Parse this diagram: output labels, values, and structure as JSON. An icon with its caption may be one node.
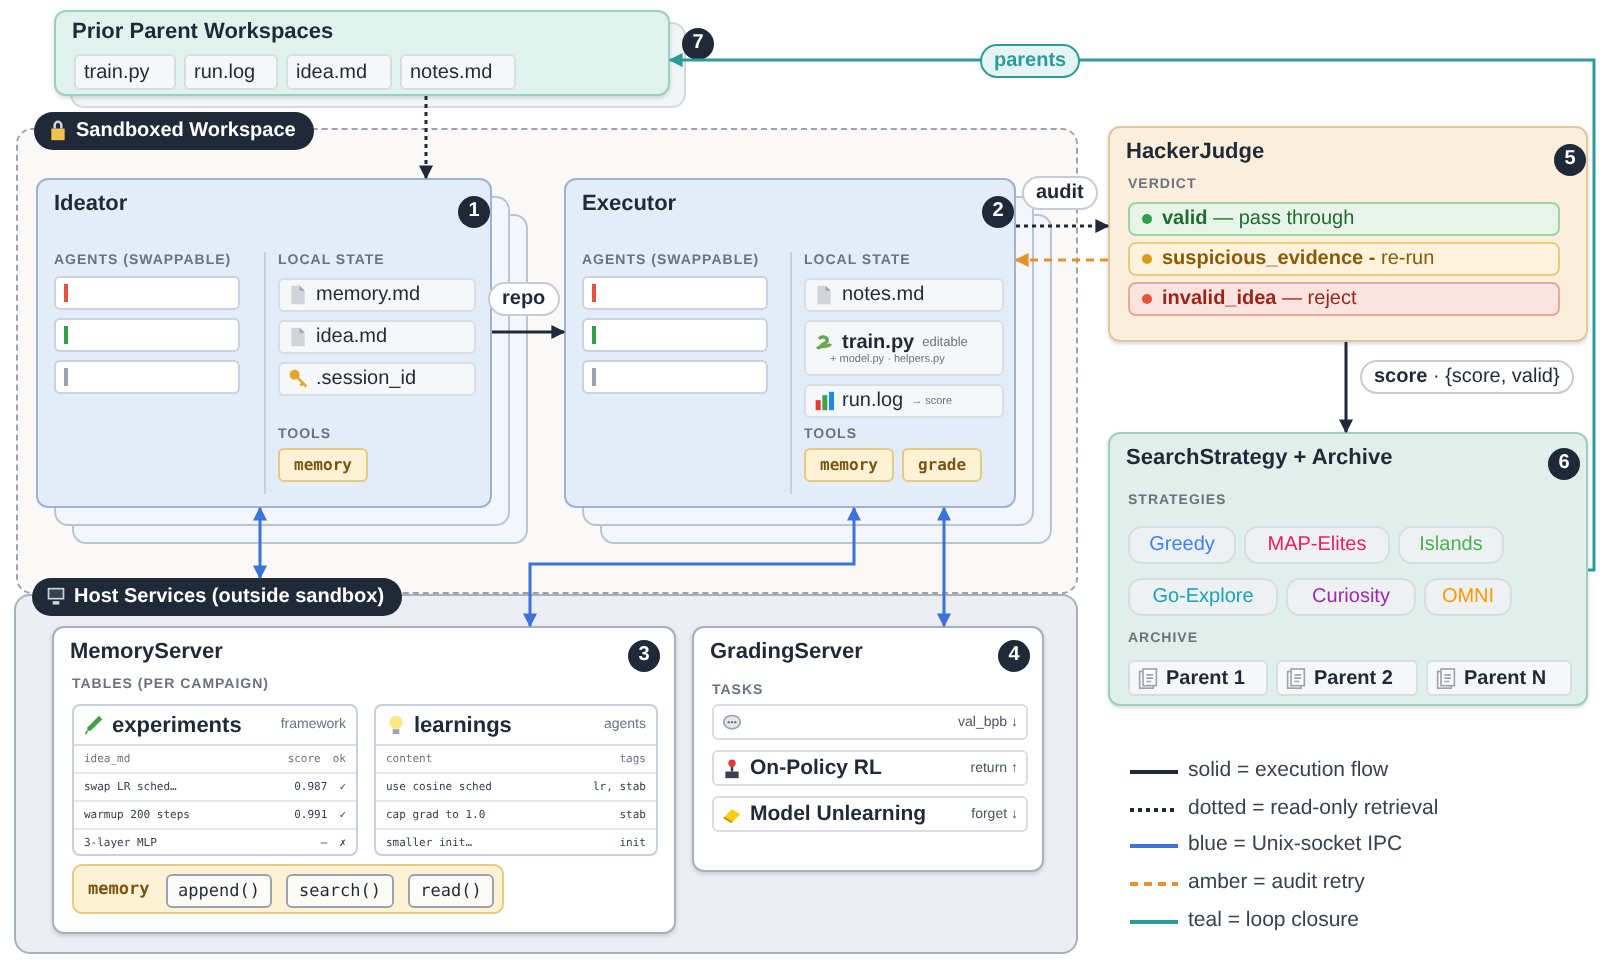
{
  "diagram": {
    "nodes": [
      {
        "text": [
          "Prior Parent Workspaces",
          "7"
        ]
      },
      {
        "text": [
          "train.py"
        ],
        "in": 0
      },
      {
        "text": [
          "run.log"
        ],
        "in": 0
      },
      {
        "text": [
          "idea.md"
        ],
        "in": 0
      },
      {
        "text": [
          "notes.md"
        ],
        "in": 0
      },
      {
        "text": [
          "Sandboxed Workspace"
        ]
      },
      {
        "text": [
          "Ideator",
          "1",
          "AGENTS (SWAPPABLE)",
          "LOCAL STATE",
          "TOOLS"
        ],
        "in": 5
      },
      {
        "text": [],
        "shape": "box",
        "in": 6
      },
      {
        "text": [],
        "shape": "box",
        "in": 6
      },
      {
        "text": [],
        "shape": "box",
        "in": 6
      },
      {
        "text": [
          "memory.md"
        ],
        "in": 6
      },
      {
        "text": [
          "idea.md"
        ],
        "in": 6
      },
      {
        "text": [
          ".session_id"
        ],
        "in": 6
      },
      {
        "text": [
          "memory"
        ],
        "in": 6
      },
      {
        "text": [
          "Executor",
          "2",
          "AGENTS (SWAPPABLE)",
          "LOCAL STATE",
          "TOOLS"
        ],
        "in": 5
      },
      {
        "text": [],
        "shape": "box",
        "in": 14
      },
      {
        "text": [],
        "shape": "box",
        "in": 14
      },
      {
        "text": [],
        "shape": "box",
        "in": 14
      },
      {
        "text": [
          "notes.md"
        ],
        "in": 14
      },
      {
        "text": [
          "train.py",
          "editable",
          "+ model.py · helpers.py"
        ],
        "in": 14
      },
      {
        "text": [
          "run.log",
          "→ score"
        ],
        "in": 14
      },
      {
        "text": [
          "memory"
        ],
        "in": 14
      },
      {
        "text": [
          "grade"
        ],
        "in": 14
      },
      {
        "text": [
          "HackerJudge",
          "5",
          "VERDICT"
        ]
      },
      {
        "text": [
          "**valid** — pass through"
        ],
        "in": 23
      },
      {
        "text": [
          "**suspicious_evidence -** re-run"
        ],
        "in": 23
      },
      {
        "text": [
          "**invalid_idea** — reject"
        ],
        "in": 23
      },
      {
        "text": [
          "SearchStrategy + Archive",
          "6",
          "STRATEGIES",
          "ARCHIVE"
        ]
      },
      {
        "text": [
          "Greedy"
        ],
        "in": 27
      },
      {
        "text": [
          "MAP-Elites"
        ],
        "in": 27
      },
      {
        "text": [
          "Islands"
        ],
        "in": 27
      },
      {
        "text": [
          "Go-Explore"
        ],
        "in": 27
      },
      {
        "text": [
          "Curiosity"
        ],
        "in": 27
      },
      {
        "text": [
          "OMNI"
        ],
        "in": 27
      },
      {
        "text": [
          "Parent 1"
        ],
        "in": 27
      },
      {
        "text": [
          "Parent 2"
        ],
        "in": 27
      },
      {
        "text": [
          "Parent N"
        ],
        "in": 27
      },
      {
        "text": [
          "Host Services (outside sandbox)"
        ]
      },
      {
        "text": [
          "MemoryServer",
          "3",
          "TABLES (PER CAMPAIGN)"
        ],
        "in": 37
      },
      {
        "text": [
          "experiments",
          "framework",
          "idea_md",
          "score",
          "ok",
          "swap LR sched…",
          "0.987",
          "✓",
          "warmup 200 steps",
          "0.991",
          "✓",
          "3-layer MLP",
          "—",
          "✗"
        ],
        "in": 38
      },
      {
        "text": [
          "learnings",
          "agents",
          "content",
          "tags",
          "use cosine sched",
          "lr, stab",
          "cap grad to 1.0",
          "stab",
          "smaller init…",
          "init"
        ],
        "in": 38
      },
      {
        "text": [
          "memory"
        ],
        "in": 38
      },
      {
        "text": [
          "append()"
        ],
        "in": 41
      },
      {
        "text": [
          "search()"
        ],
        "in": 41
      },
      {
        "text": [
          "read()"
        ],
        "in": 41
      },
      {
        "text": [
          "GradingServer",
          "4",
          "TASKS"
        ],
        "in": 37
      },
      {
        "text": [
          "val_bpb ↓"
        ],
        "in": 45
      },
      {
        "text": [
          "On-Policy RL",
          "return ↑"
        ],
        "in": 45
      },
      {
        "text": [
          "Model Unlearning",
          "forget ↓"
        ],
        "in": 45
      }
    ],
    "edges": [
      {
        "from": 0,
        "to": 6,
        "arrow": "to",
        "style": "dashed"
      },
      {
        "from": 6,
        "to": 14,
        "arrow": "to",
        "label": "repo"
      },
      {
        "from": 14,
        "to": 23,
        "arrow": "to",
        "style": "dashed",
        "label": "audit"
      },
      {
        "from": 23,
        "to": 14,
        "arrow": "to",
        "style": "dashed",
        "color": "#e8902a"
      },
      {
        "from": 23,
        "to": 27,
        "arrow": "to",
        "label": "**score** · {score, valid}"
      },
      {
        "from": 27,
        "to": 0,
        "arrow": "to",
        "color": "#2a9d9a",
        "label": "parents"
      },
      {
        "from": 6,
        "to": 37,
        "arrow": "both",
        "color": "#3b73d9"
      },
      {
        "from": 14,
        "to": 38,
        "arrow": "both",
        "color": "#3b73d9"
      },
      {
        "from": 14,
        "to": 45,
        "arrow": "both",
        "color": "#3b73d9"
      }
    ],
    "legend": [
      {
        "text": "solid = execution flow"
      },
      {
        "text": "dotted = read-only retrieval"
      },
      {
        "text": "blue = Unix-socket IPC"
      },
      {
        "text": "amber = audit retry"
      },
      {
        "text": "teal = loop closure"
      }
    ]
  }
}
